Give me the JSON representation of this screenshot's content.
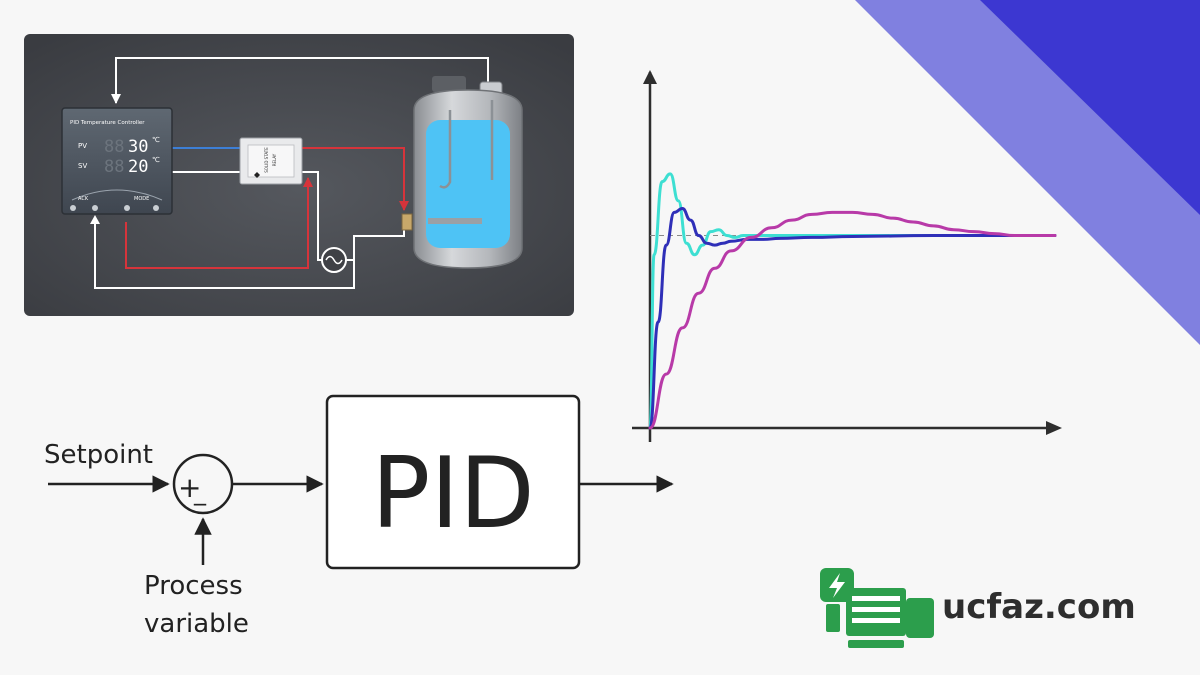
{
  "colors": {
    "background": "#f7f7f7",
    "stripe_light": "#8080e0",
    "stripe_dark": "#3c37d1",
    "panel": "#45474c",
    "wire_blue": "#3d7fd6",
    "wire_red": "#d6343b",
    "wire_white": "#ffffff",
    "tank_water": "#4ec3f5",
    "curve_cyan": "#3ddfd2",
    "curve_navy": "#2f2fb8",
    "curve_magenta": "#b83aa8",
    "logo_green": "#2c9e4c",
    "logo_text": "#2e2e2e"
  },
  "controller": {
    "title": "PID Temperature Controller",
    "pv_label": "PV",
    "sv_label": "SV",
    "pv_value": "30",
    "sv_value": "20",
    "pv_unit": "℃",
    "sv_unit": "℃",
    "ghost_digits": "88",
    "ack_label": "ACK",
    "mode_label": "MODE"
  },
  "relay": {
    "text_line1": "SOLID STATE",
    "text_line2": "RELAY"
  },
  "block_diagram": {
    "setpoint_label": "Setpoint",
    "process_label_line1": "Process",
    "process_label_line2": "variable",
    "plus_sign": "+",
    "minus_sign": "_",
    "pid_label": "PID"
  },
  "logo": {
    "text": "ucfaz.com",
    "icon": "bolt-icon"
  },
  "chart_data": {
    "type": "line",
    "title": "",
    "xlabel": "",
    "ylabel": "",
    "setpoint": 1.0,
    "xlim": [
      0,
      10
    ],
    "ylim": [
      0,
      1.6
    ],
    "series": [
      {
        "color": "#3ddfd2",
        "x": [
          0,
          0.1,
          0.3,
          0.5,
          0.7,
          0.9,
          1.1,
          1.3,
          1.5,
          1.7,
          1.9,
          2.1,
          2.3,
          2.6,
          3.0,
          4.0,
          6.0,
          8.0,
          10.0
        ],
        "y": [
          0,
          0.9,
          1.28,
          1.32,
          1.18,
          0.96,
          0.9,
          0.95,
          1.02,
          1.03,
          1.0,
          0.99,
          1.0,
          1.0,
          1.0,
          1.0,
          1.0,
          1.0,
          1.0
        ]
      },
      {
        "color": "#2f2fb8",
        "x": [
          0,
          0.2,
          0.4,
          0.6,
          0.8,
          1.0,
          1.2,
          1.4,
          1.6,
          1.8,
          2.0,
          2.4,
          2.8,
          3.2,
          4.0,
          5.0,
          7.0,
          10.0
        ],
        "y": [
          0,
          0.55,
          0.95,
          1.12,
          1.14,
          1.08,
          1.0,
          0.96,
          0.95,
          0.96,
          0.97,
          0.98,
          0.98,
          0.985,
          0.99,
          0.995,
          1.0,
          1.0
        ]
      },
      {
        "color": "#b83aa8",
        "x": [
          0,
          0.4,
          0.8,
          1.2,
          1.6,
          2.0,
          2.5,
          3.0,
          3.5,
          4.0,
          4.5,
          5.0,
          5.5,
          6.0,
          6.5,
          7.0,
          7.5,
          8.0,
          8.5,
          9.0,
          10.0
        ],
        "y": [
          0,
          0.28,
          0.52,
          0.7,
          0.83,
          0.92,
          0.99,
          1.04,
          1.08,
          1.11,
          1.12,
          1.12,
          1.11,
          1.09,
          1.07,
          1.05,
          1.03,
          1.02,
          1.01,
          1.0,
          1.0
        ]
      }
    ]
  }
}
